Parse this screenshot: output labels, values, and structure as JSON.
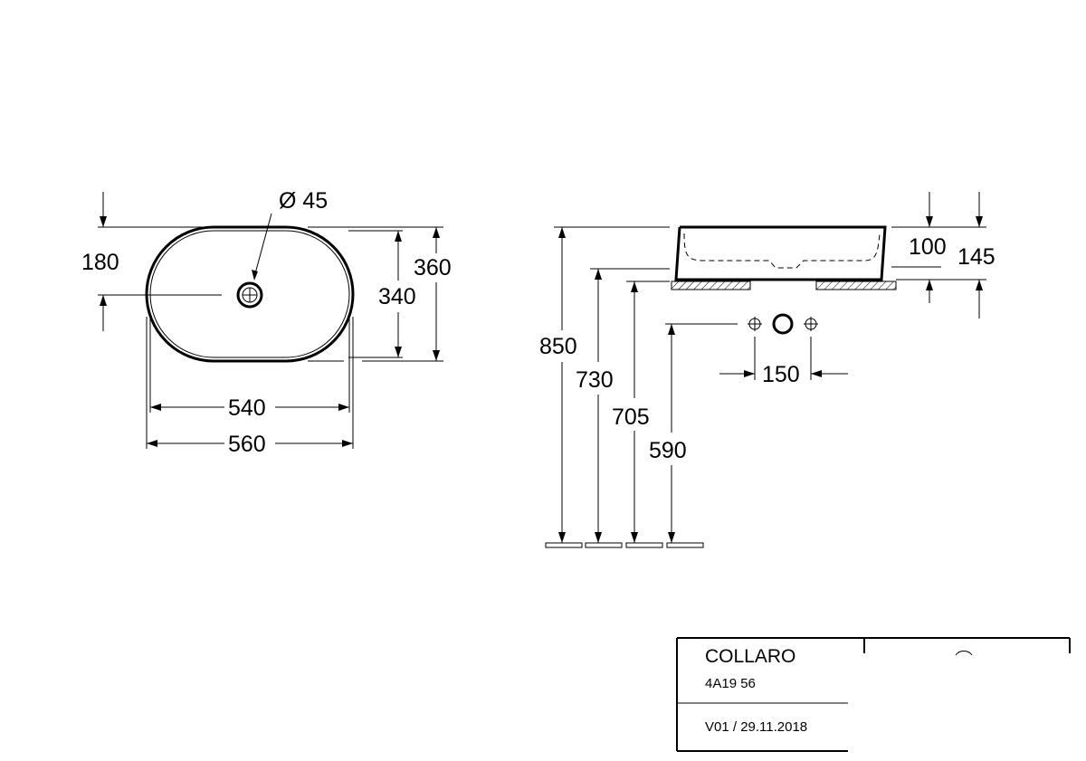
{
  "top_view": {
    "hole_diameter": "Ø 45",
    "dim_180": "180",
    "dim_360": "360",
    "dim_340": "340",
    "dim_540": "540",
    "dim_560": "560"
  },
  "side_view": {
    "dim_100": "100",
    "dim_145": "145",
    "dim_850": "850",
    "dim_730": "730",
    "dim_705": "705",
    "dim_590": "590",
    "dim_150": "150"
  },
  "title_block": {
    "product_name": "COLLARO",
    "article_number": "4A19 56",
    "version_date": "V01 / 29.11.2018"
  }
}
